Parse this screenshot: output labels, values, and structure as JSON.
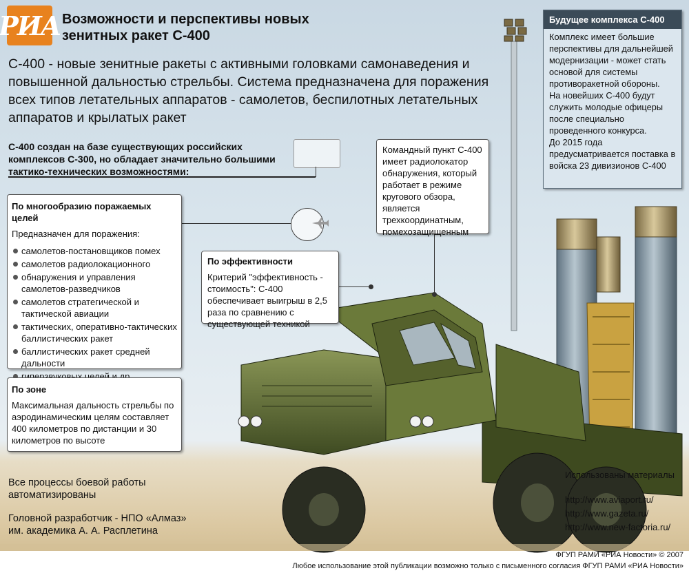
{
  "logo": {
    "text": "РИА"
  },
  "title": "Возможности и перспективы новых зенитных ракет С-400",
  "intro": "С-400 -  новые зенитные ракеты с активными головками самонаведения и повышенной дальностью стрельбы. Система предназначена для поражения всех типов летательных аппаратов - самолетов, беспилотных летательных аппаратов и крылатых ракет",
  "subtitle": "С-400 создан на базе существующих российских комплексов С-300, но обладает значительно большими тактико-технических возможностями:",
  "targets_panel": {
    "heading": "По многообразию поражаемых целей",
    "lead": "Предназначен для поражения:",
    "items": [
      "самолетов-постановщиков помех",
      "самолетов радиолокационного",
      "обнаружения и управления самолетов-разведчиков",
      "самолетов стратегической и тактической авиации",
      "тактических, оперативно-тактических баллистических ракет",
      "баллистических ракет средней дальности",
      "гиперзвуковых целей и др."
    ]
  },
  "zone_panel": {
    "heading": "По зоне",
    "text": "Максимальная дальность стрельбы по аэродинамическим целям составляет 400 километров по дистанции и 30 километров по высоте"
  },
  "efficiency_panel": {
    "heading": "По эффективности",
    "text": "Критерий \"эффективность - стоимость\": С-400 обеспечивает выигрыш в 2,5 раза по сравнению с существующей техникой"
  },
  "command_panel": {
    "text": "Командный пункт С-400 имеет радиолокатор обнаружения, который работает в режиме кругового обзора, является трехкоординатным, помехозащищенным"
  },
  "future_panel": {
    "heading": "Будущее комплекса С-400",
    "p1": "Комплекс имеет большие перспективы для дальнейшей модернизации  - может стать основой для системы противоракетной обороны.",
    "p2": "На новейших С-400 будут служить молодые офицеры после специально проведенного конкурса.",
    "p3": "До 2015 года предусматривается поставка в войска 23 дивизионов С-400"
  },
  "bottom": {
    "automation": "Все процессы боевой работы автоматизированы",
    "developer_line1": "Головной разработчик - НПО «Алмаз»",
    "developer_line2": "им. академика А. А. Расплетина"
  },
  "sources": {
    "heading": "Использованы материалы",
    "links": [
      "http://www.aviaport.ru/",
      "http://www.gazeta.ru/",
      "http://www.new-factoria.ru/"
    ]
  },
  "credits": {
    "line1": "ФГУП РАМИ «РИА Новости» © 2007",
    "line2": "Любое использование этой публикации возможно только с письменного согласия  ФГУП РАМИ «РИА Новости»"
  },
  "colors": {
    "brand_orange": "#e8821e",
    "panel_dark": "#3b4b58",
    "vehicle_green": "#4f5f2e"
  }
}
